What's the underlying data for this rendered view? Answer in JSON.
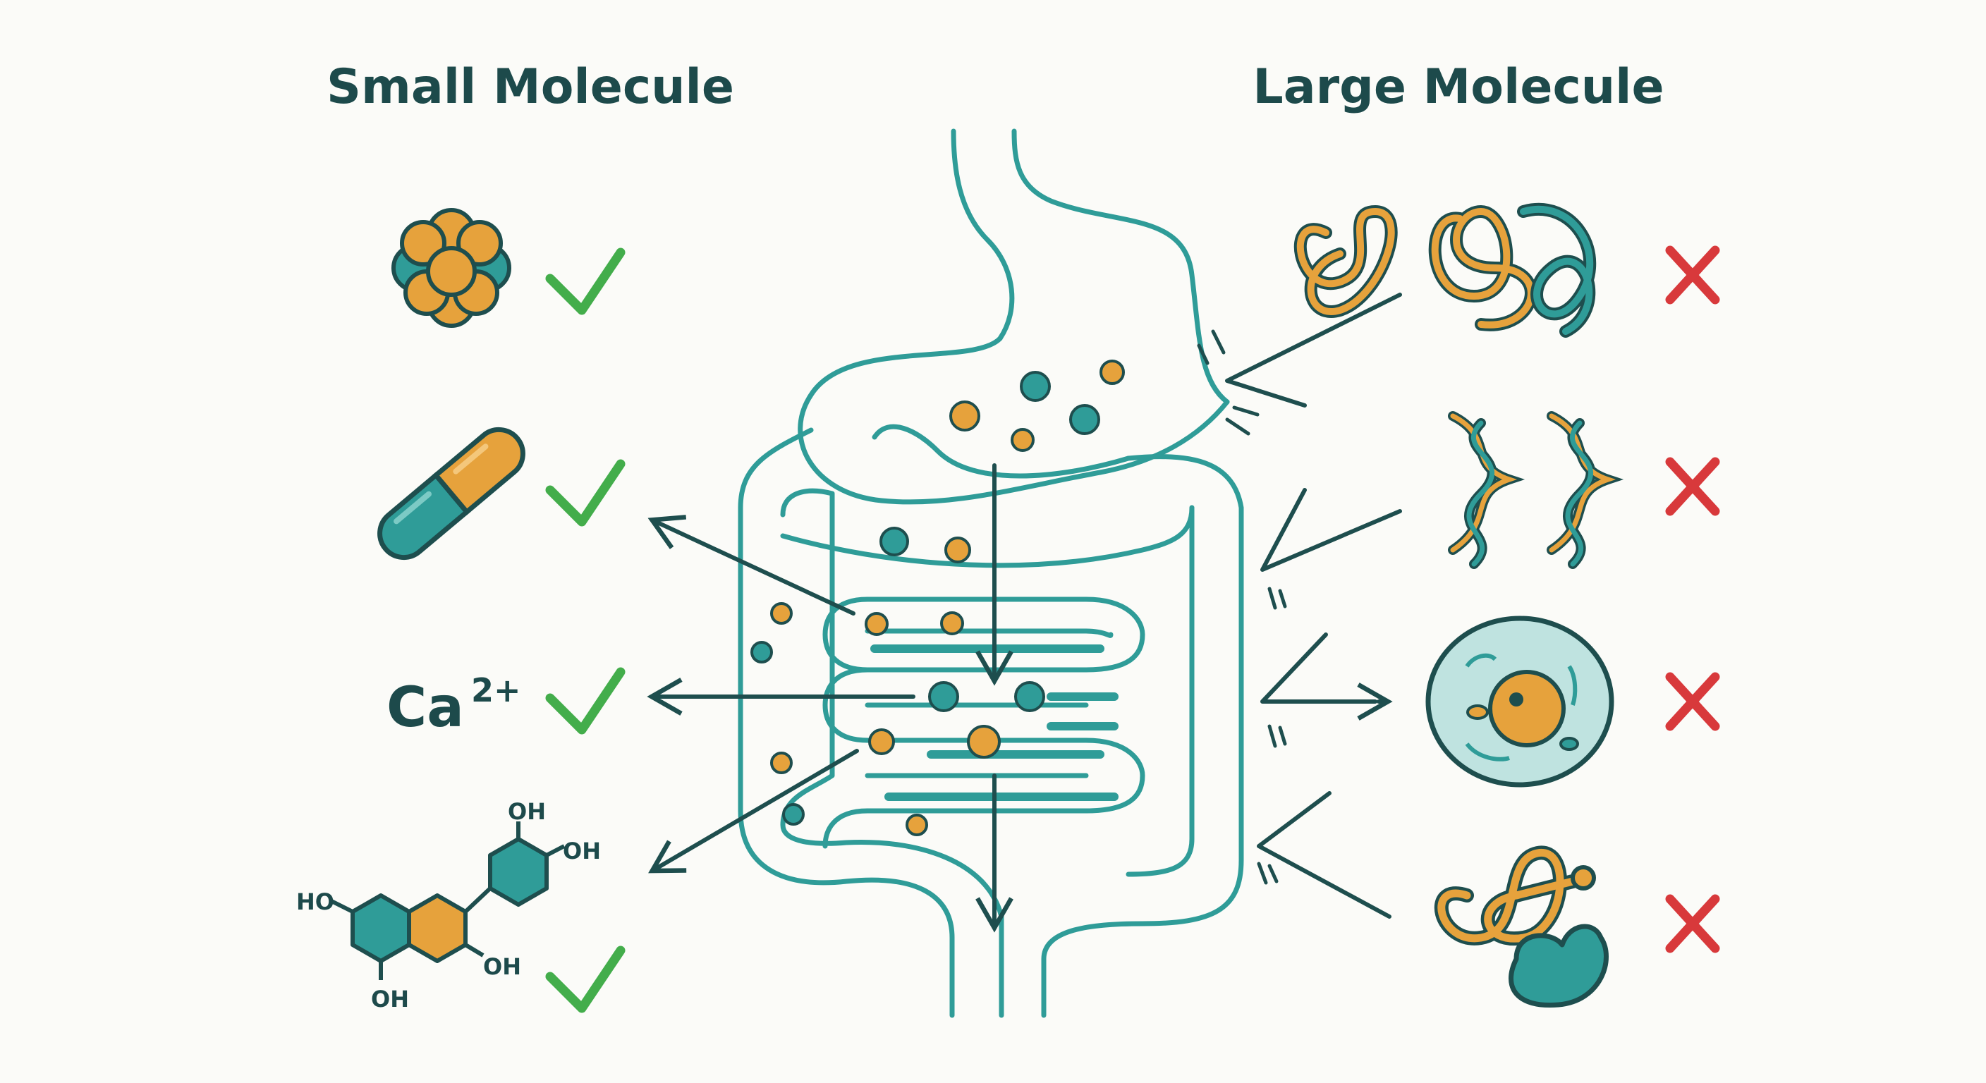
{
  "headings": {
    "small": "Small Molecule",
    "large": "Large Molecule"
  },
  "small_molecules": [
    {
      "name": "particle-cluster",
      "absorbed": true,
      "mark": "check-icon"
    },
    {
      "name": "capsule",
      "absorbed": true,
      "mark": "check-icon"
    },
    {
      "name": "calcium-ion",
      "absorbed": true,
      "mark": "check-icon",
      "symbol": "Ca",
      "charge": "2+"
    },
    {
      "name": "flavonoid",
      "absorbed": true,
      "mark": "check-icon"
    }
  ],
  "large_molecules": [
    {
      "name": "folded-proteins",
      "absorbed": false,
      "mark": "cross-icon"
    },
    {
      "name": "protein-complex",
      "absorbed": false,
      "mark": "cross-icon"
    },
    {
      "name": "cell",
      "absorbed": false,
      "mark": "cross-icon"
    },
    {
      "name": "protein-receptor",
      "absorbed": false,
      "mark": "cross-icon"
    }
  ],
  "chem_labels": {
    "oh_top": "OH",
    "oh_right": "OH",
    "ho_left": "HO",
    "oh_ring": "OH",
    "oh_bottom": "OH"
  },
  "colors": {
    "teal": "#2f9c98",
    "dark_teal": "#1d5a58",
    "orange": "#e6a23c",
    "outline": "#1e4e4e",
    "green_check": "#43ad4b",
    "red_cross": "#d8393b",
    "background": "#fbfbf8"
  }
}
